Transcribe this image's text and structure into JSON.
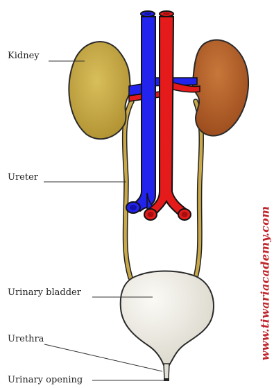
{
  "labels": {
    "kidney": "Kidney",
    "ureter": "Ureter",
    "urinary_bladder": "Urinary bladder",
    "urethra": "Urethra",
    "urinary_opening": "Urinary opening"
  },
  "watermark": "www.tiwariacademy.com",
  "colors": {
    "left_kidney": "#c4a63e",
    "right_kidney": "#b15f26",
    "vein": "#2323ee",
    "artery": "#e51b1b",
    "ureter": "#c9a84a",
    "bladder": "#eceae2",
    "watermark": "#c0262c"
  }
}
